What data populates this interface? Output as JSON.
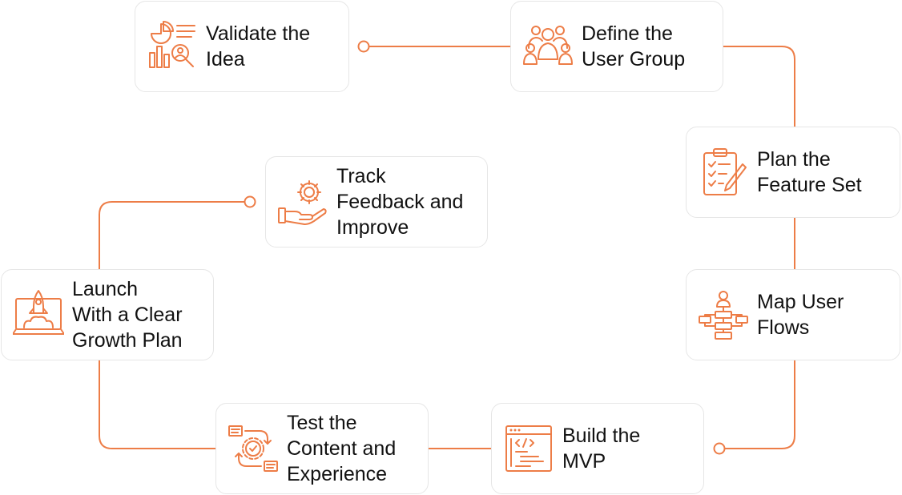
{
  "accent_color": "#ed7d47",
  "steps": [
    {
      "label": "Validate the\nIdea",
      "icon": "analytics-report-icon"
    },
    {
      "label": "Define the\nUser Group",
      "icon": "user-group-icon"
    },
    {
      "label": "Plan the\nFeature Set",
      "icon": "clipboard-checklist-icon"
    },
    {
      "label": "Map User\nFlows",
      "icon": "user-flow-chart-icon"
    },
    {
      "label": "Build the\nMVP",
      "icon": "code-window-icon"
    },
    {
      "label": "Test the\nContent and\nExperience",
      "icon": "test-cycle-gear-icon"
    },
    {
      "label": "Launch\nWith a Clear\nGrowth Plan",
      "icon": "rocket-launch-icon"
    },
    {
      "label": "Track\nFeedback and\nImprove",
      "icon": "hand-gear-icon"
    }
  ]
}
